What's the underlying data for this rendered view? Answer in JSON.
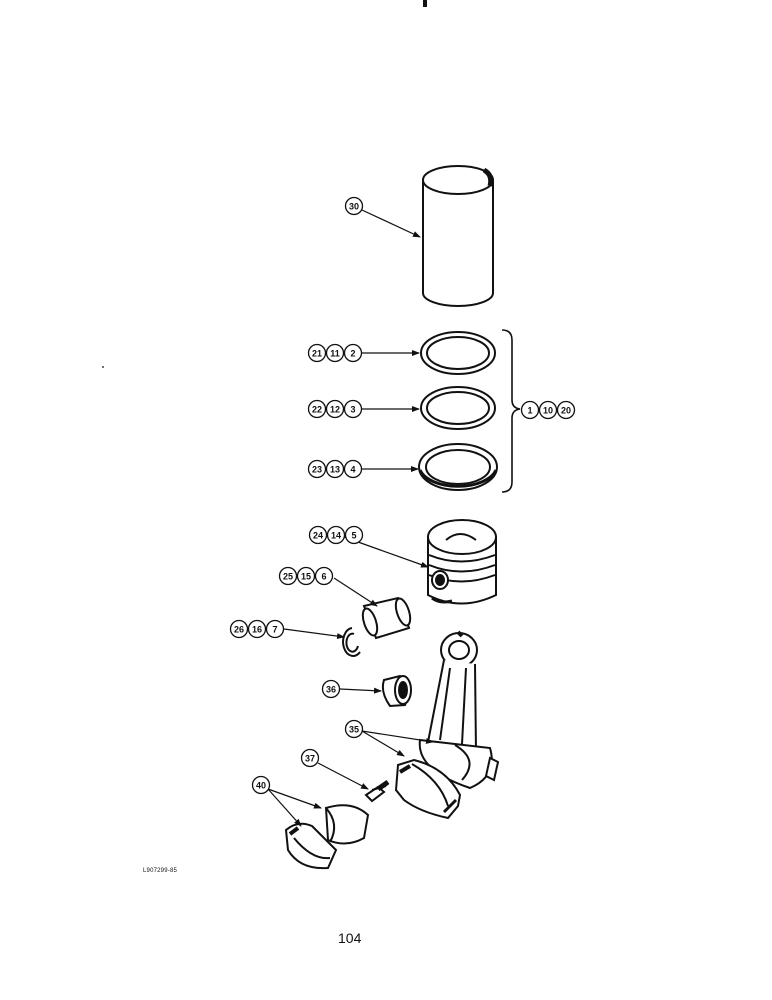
{
  "callouts": {
    "c30": "30",
    "c21": "21",
    "c11": "11",
    "c2": "2",
    "c22": "22",
    "c12": "12",
    "c3": "3",
    "c23": "23",
    "c13": "13",
    "c4": "4",
    "c1": "1",
    "c10": "10",
    "c20": "20",
    "c24": "24",
    "c14": "14",
    "c5": "5",
    "c25": "25",
    "c15": "15",
    "c6": "6",
    "c26": "26",
    "c16": "16",
    "c7": "7",
    "c36": "36",
    "c35": "35",
    "c37": "37",
    "c40": "40"
  },
  "figure_code": "L907299-85",
  "page_number": "104"
}
